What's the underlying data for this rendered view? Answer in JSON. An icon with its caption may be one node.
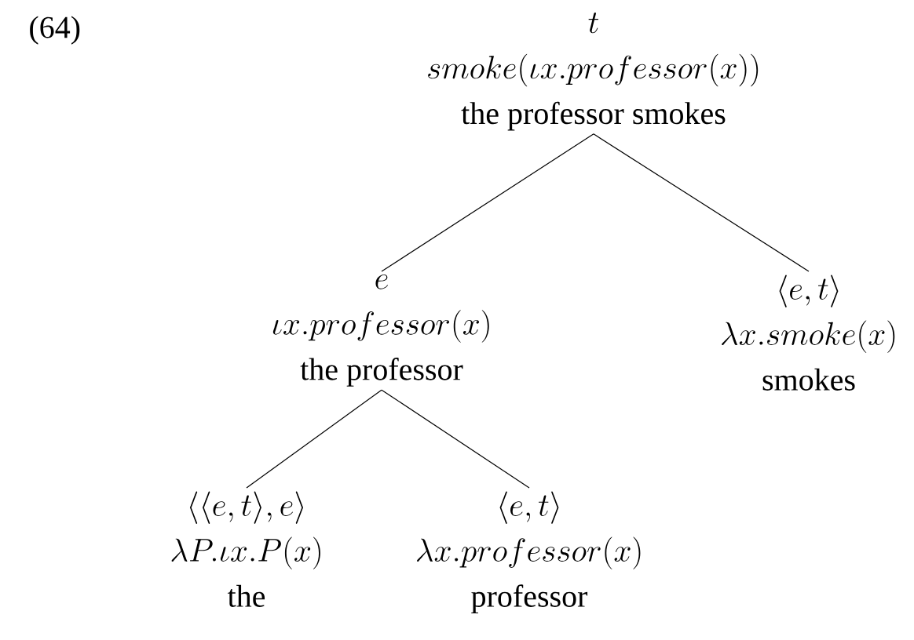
{
  "diagram": {
    "nodes": [
      {
        "text": [
          "t",
          "smoke(\\iota x.professor(x))",
          "the professor smokes"
        ]
      },
      {
        "text": [
          "e",
          "\\iota x.professor(x)",
          "the professor"
        ]
      },
      {
        "text": [
          "\\langle e,t\\rangle",
          "\\lambda x.smoke(x)",
          "smokes"
        ]
      },
      {
        "text": [
          "\\langle\\langle e,t\\rangle,e\\rangle",
          "\\lambda P.\\iota x.P(x)",
          "the"
        ]
      },
      {
        "text": [
          "\\langle e,t\\rangle",
          "\\lambda x.professor(x)",
          "professor"
        ]
      }
    ],
    "edges": [
      {
        "from": 0,
        "to": 1,
        "arrow": "none"
      },
      {
        "from": 0,
        "to": 2,
        "arrow": "none"
      },
      {
        "from": 1,
        "to": 3,
        "arrow": "none"
      },
      {
        "from": 1,
        "to": 4,
        "arrow": "none"
      }
    ],
    "labels": [
      "(64)"
    ]
  }
}
